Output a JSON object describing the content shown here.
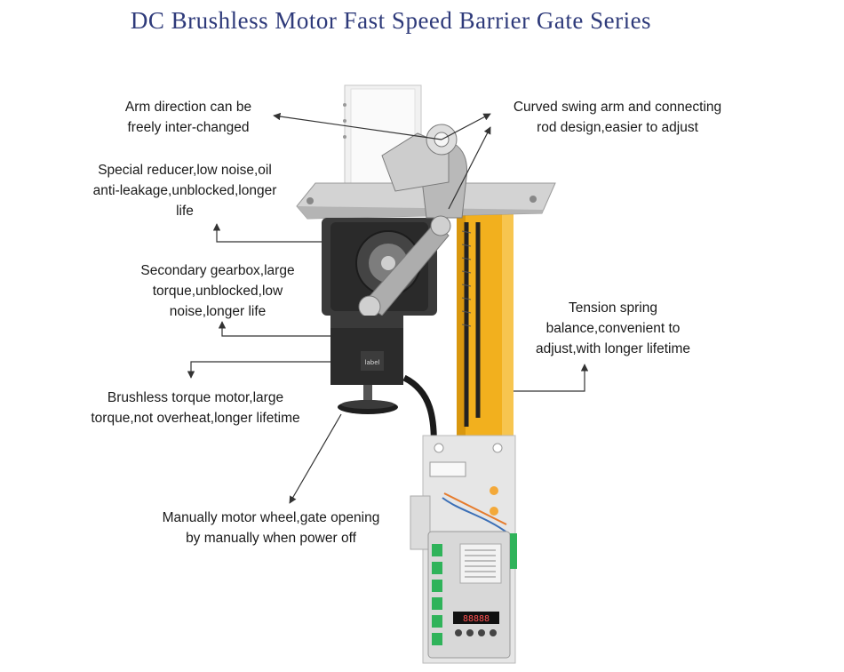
{
  "title": "DC Brushless Motor Fast Speed Barrier Gate Series",
  "callouts": {
    "arm_direction": [
      "Arm direction can be",
      "freely inter-changed"
    ],
    "curved_arm": [
      "Curved swing arm and connecting",
      "rod design,easier to adjust"
    ],
    "reducer": [
      "Special reducer,low noise,oil",
      "anti-leakage,unblocked,longer",
      "life"
    ],
    "gearbox": [
      "Secondary gearbox,large",
      "torque,unblocked,low",
      "noise,longer life"
    ],
    "spring": [
      "Tension spring",
      "balance,convenient to",
      "adjust,with longer lifetime"
    ],
    "motor": [
      "Brushless torque motor,large",
      "torque,not overheat,longer lifetime"
    ],
    "wheel": [
      "Manually motor wheel,gate opening",
      "by manually when power off"
    ]
  },
  "colors": {
    "title": "#2e3a7a",
    "text": "#1a1a1a",
    "yellow_column": "#f2b01e",
    "motor": "#2b2b2b",
    "metal": "#c9c9c9",
    "panel": "#e6e6e6",
    "controller": "#d8d8d8",
    "terminals": "#2fb35a"
  },
  "display_icons": [
    "display-readout-icon",
    "up-arrow-icon",
    "down-arrow-icon",
    "set-button-icon"
  ]
}
